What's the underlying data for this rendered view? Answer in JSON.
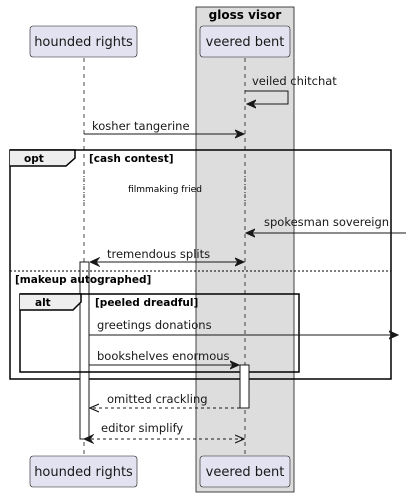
{
  "box": {
    "title": "gloss visor"
  },
  "participants": {
    "left": "hounded rights",
    "right": "veered bent"
  },
  "messages": {
    "self": "veiled chitchat",
    "m1": "kosher tangerine",
    "m2": "spokesman sovereign",
    "m3": "tremendous splits",
    "m4": "greetings donations",
    "m5": "bookshelves enormous",
    "m6": "omitted crackling",
    "m7": "editor simplify"
  },
  "fragments": {
    "opt_keyword": "opt",
    "opt_guard": "[cash contest]",
    "divider_note": "filmmaking fried",
    "else_guard": "[makeup autographed]",
    "alt_keyword": "alt",
    "alt_guard": "[peeled dreadful]"
  },
  "colors": {
    "participant_fill": "#E2E2F0",
    "participant_stroke": "#181818",
    "box_fill": "#DDDDDD",
    "line": "#181818",
    "activation_fill": "#FFFFFF"
  }
}
